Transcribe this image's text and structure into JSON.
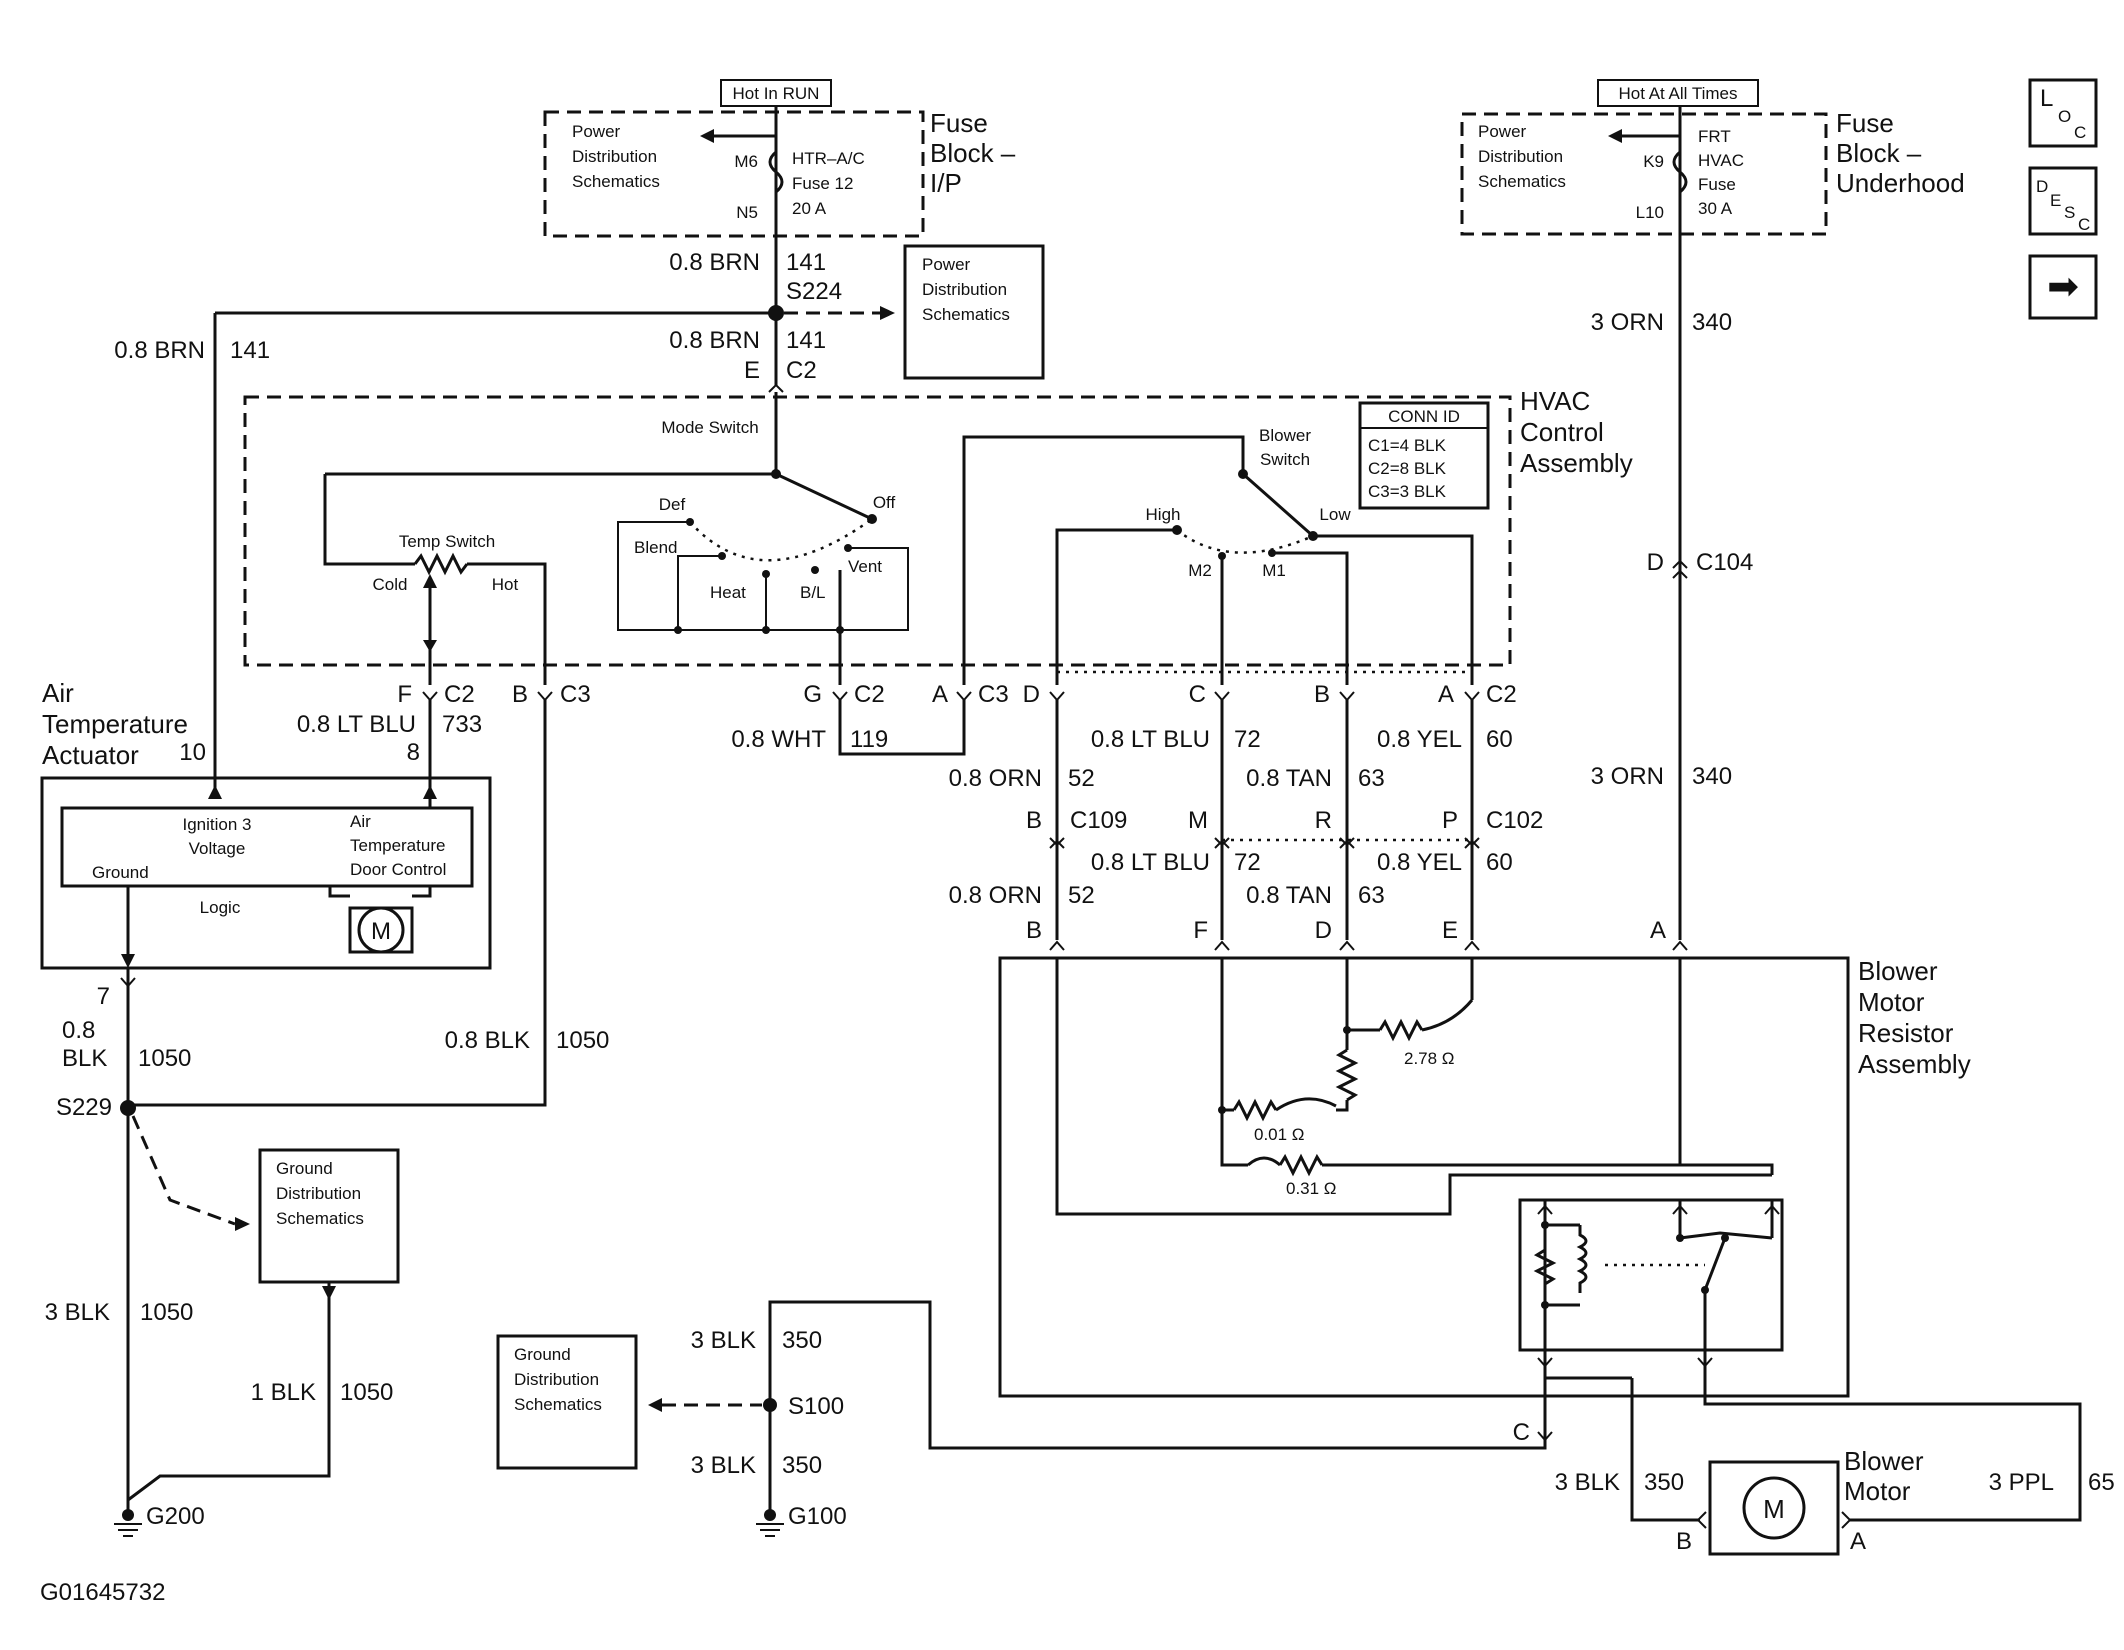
{
  "fuse_ip": {
    "title_line1": "Fuse",
    "title_line2": "Block –",
    "title_line3": "I/P",
    "hot_label": "Hot In RUN",
    "power_dist_line1": "Power",
    "power_dist_line2": "Distribution",
    "power_dist_line3": "Schematics",
    "pin_in": "M6",
    "pin_out": "N5",
    "fuse_name_line1": "HTR–A/C",
    "fuse_name_line2": "Fuse 12",
    "fuse_rating": "20 A"
  },
  "fuse_underhood": {
    "title_line1": "Fuse",
    "title_line2": "Block –",
    "title_line3": "Underhood",
    "hot_label": "Hot At All Times",
    "power_dist_line1": "Power",
    "power_dist_line2": "Distribution",
    "power_dist_line3": "Schematics",
    "pin_in": "K9",
    "pin_out": "L10",
    "fuse_name_line1": "FRT",
    "fuse_name_line2": "HVAC",
    "fuse_name_line3": "Fuse",
    "fuse_rating": "30 A"
  },
  "nav": {
    "loc_main": "L",
    "loc_sub": "O",
    "loc_sub2": "C",
    "desc_1": "D",
    "desc_2": "E",
    "desc_3": "S",
    "desc_4": "C",
    "next_arrow": "➡"
  },
  "splice_s224": {
    "wire_top_gauge": "0.8 BRN",
    "wire_top_circuit": "141",
    "splice_name": "S224",
    "wire_bottom_gauge": "0.8 BRN",
    "wire_bottom_circuit": "141",
    "conn_pin": "E",
    "conn_name": "C2",
    "power_dist_line1": "Power",
    "power_dist_line2": "Distribution",
    "power_dist_line3": "Schematics"
  },
  "left_feed": {
    "gauge": "0.8 BRN",
    "circuit": "141"
  },
  "hvac_control": {
    "title_line1": "HVAC",
    "title_line2": "Control",
    "title_line3": "Assembly",
    "conn_id_title": "CONN ID",
    "conn_id_c1": "C1=4 BLK",
    "conn_id_c2": "C2=8 BLK",
    "conn_id_c3": "C3=3 BLK",
    "mode_switch": "Mode Switch",
    "def": "Def",
    "off": "Off",
    "blend": "Blend",
    "heat": "Heat",
    "bl": "B/L",
    "vent": "Vent",
    "temp_switch": "Temp Switch",
    "cold": "Cold",
    "hot": "Hot",
    "blower_switch_line1": "Blower",
    "blower_switch_line2": "Switch",
    "high": "High",
    "low": "Low",
    "m2": "M2",
    "m1": "M1"
  },
  "hvac_pins": {
    "f_pin": "F",
    "f_conn": "C2",
    "b_pin": "B",
    "b_conn": "C3",
    "g_pin": "G",
    "g_conn": "C2",
    "a_pin": "A",
    "a_conn": "C3",
    "d_pin": "D",
    "c_pin": "C",
    "b2_pin": "B",
    "a2_pin": "A",
    "a2_conn": "C2"
  },
  "wires": {
    "lt_blu_733_gauge": "0.8 LT BLU",
    "lt_blu_733_circuit": "733",
    "wht_119_gauge": "0.8 WHT",
    "wht_119_circuit": "119",
    "orn_52_gauge": "0.8 ORN",
    "orn_52_circuit": "52",
    "ltblu_72_gauge": "0.8 LT BLU",
    "ltblu_72_circuit": "72",
    "tan_63_gauge": "0.8 TAN",
    "tan_63_circuit": "63",
    "yel_60_gauge": "0.8 YEL",
    "yel_60_circuit": "60",
    "orn_340_gauge": "3 ORN",
    "orn_340_circuit": "340",
    "orn_340b_gauge": "3 ORN",
    "orn_340b_circuit": "340",
    "blk_1050_a_gauge_line1": "0.8",
    "blk_1050_a_gauge_line2": "BLK",
    "blk_1050_a_circuit": "1050",
    "blk_1050_b_gauge": "0.8 BLK",
    "blk_1050_b_circuit": "1050",
    "blk_1050_c_gauge": "3 BLK",
    "blk_1050_c_circuit": "1050",
    "blk_1050_d_gauge": "1 BLK",
    "blk_1050_d_circuit": "1050",
    "blk_350_a_gauge": "3 BLK",
    "blk_350_a_circuit": "350",
    "blk_350_b_gauge": "3 BLK",
    "blk_350_b_circuit": "350",
    "blk_350_c_gauge": "3 BLK",
    "blk_350_c_circuit": "350",
    "ppl_65_gauge": "3 PPL",
    "ppl_65_circuit": "65"
  },
  "connectors": {
    "c109_pin": "B",
    "c109_name": "C109",
    "c102_m": "M",
    "c102_r": "R",
    "c102_p": "P",
    "c102_name": "C102",
    "c104_pin": "D",
    "c104_name": "C104",
    "res_b": "B",
    "res_f": "F",
    "res_d": "D",
    "res_e": "E",
    "res_a": "A",
    "res_c": "C"
  },
  "actuator": {
    "title_line1": "Air",
    "title_line2": "Temperature",
    "title_line3": "Actuator",
    "pin_10": "10",
    "pin_8": "8",
    "pin_7": "7",
    "ign_line1": "Ignition 3",
    "ign_line2": "Voltage",
    "door_line1": "Air",
    "door_line2": "Temperature",
    "door_line3": "Door Control",
    "ground": "Ground",
    "logic": "Logic",
    "motor": "M"
  },
  "grounds": {
    "s229": "S229",
    "g200": "G200",
    "s100": "S100",
    "g100": "G100",
    "gd1_line1": "Ground",
    "gd1_line2": "Distribution",
    "gd1_line3": "Schematics",
    "gd2_line1": "Ground",
    "gd2_line2": "Distribution",
    "gd2_line3": "Schematics"
  },
  "resistor_assy": {
    "title_line1": "Blower",
    "title_line2": "Motor",
    "title_line3": "Resistor",
    "title_line4": "Assembly",
    "r1": "2.78 Ω",
    "r2": "0.01 Ω",
    "r3": "0.31 Ω"
  },
  "blower_motor": {
    "title_line1": "Blower",
    "title_line2": "Motor",
    "motor": "M",
    "pin_b": "B",
    "pin_a": "A"
  },
  "footer": {
    "figure_id": "G01645732"
  }
}
